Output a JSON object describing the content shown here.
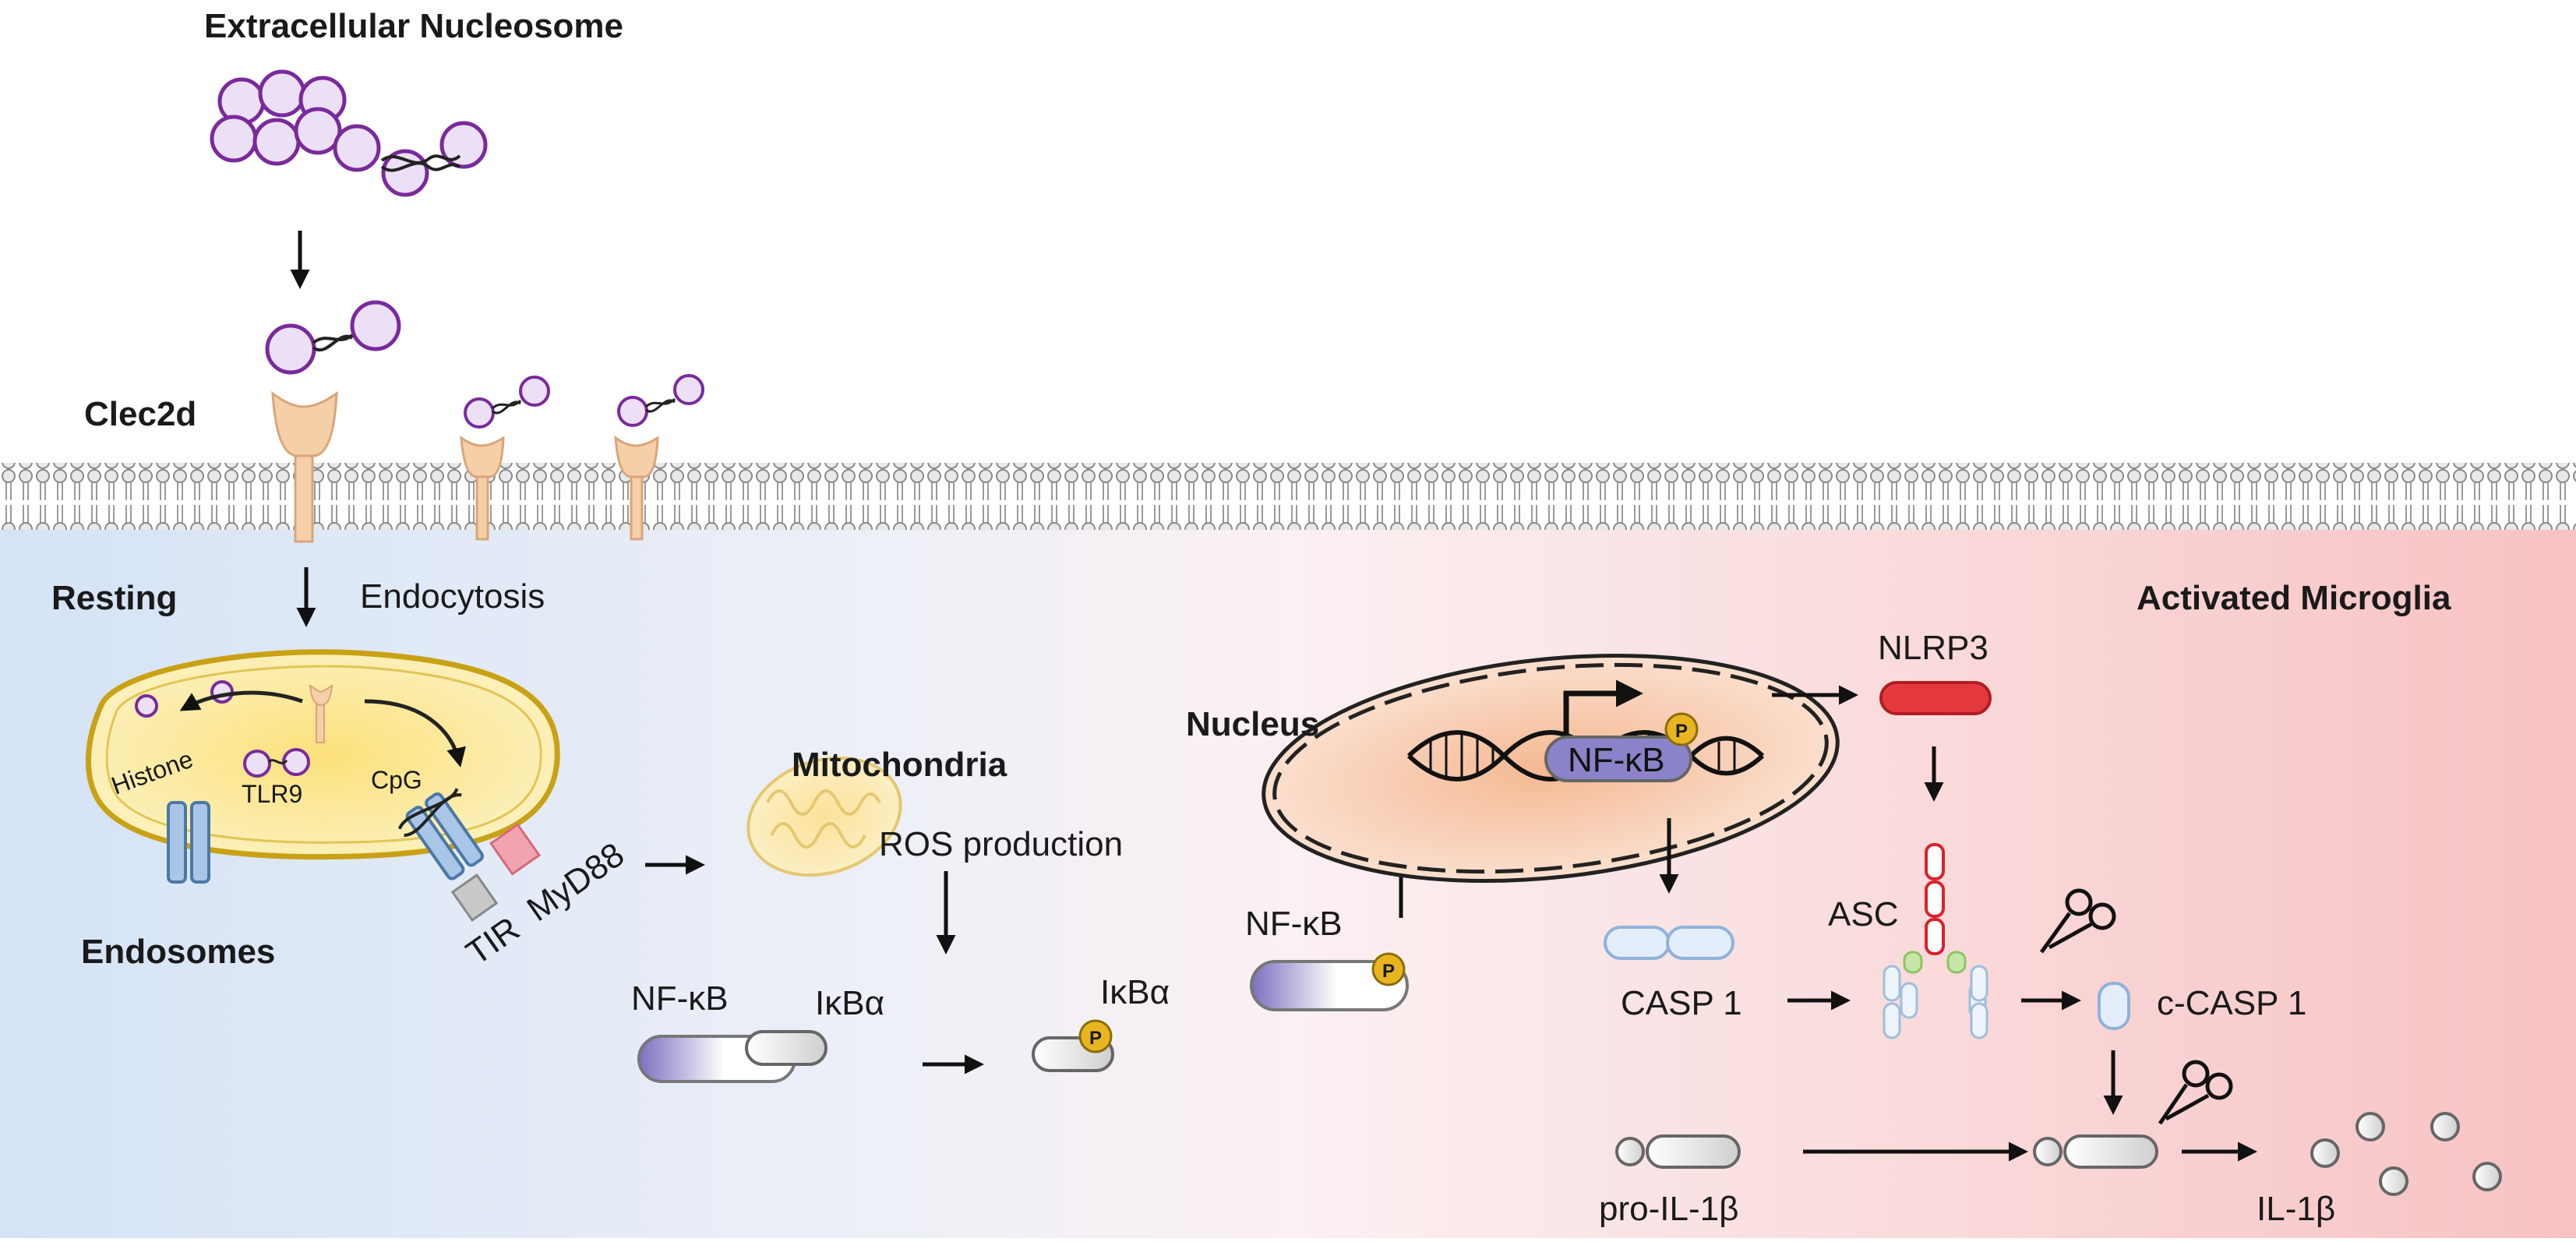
{
  "labels": {
    "extracellular_nucleosome": "Extracellular Nucleosome",
    "clec2d": "Clec2d",
    "resting": "Resting",
    "endocytosis": "Endocytosis",
    "histone": "Histone",
    "tlr9": "TLR9",
    "cpg": "CpG",
    "tir": "TIR",
    "myd88": "MyD88",
    "endosomes": "Endosomes",
    "mitochondria": "Mitochondria",
    "ros_production": "ROS production",
    "nfkb_complex": "NF-κB",
    "ikba_complex": "IκBα",
    "ikba_p": "IκBα",
    "nfkb_p": "NF-κB",
    "nucleus": "Nucleus",
    "nfkb_nucleus": "NF-κB",
    "nlrp3": "NLRP3",
    "asc": "ASC",
    "casp1": "CASP 1",
    "c_casp1": "c-CASP 1",
    "pro_il1b": "pro-IL-1β",
    "il1b": "IL-1β",
    "activated_microglia": "Activated Microglia",
    "phospho": "P"
  },
  "colors": {
    "nucleosome": "#c9a9e3",
    "nucleosome_stroke": "#7a2a9c",
    "receptor": "#f3c9a6",
    "endosome_fill": "#f9e38a",
    "endosome_stroke": "#c7a21a",
    "nucleus_fill": "#f6c2a0",
    "nlrp3": "#d8232a",
    "casp": "#bcd4f0",
    "nfkb": "#8074c0",
    "phospho": "#e0b020",
    "resting_bg": "#cfe0f5",
    "activated_bg": "#f8c7c7"
  }
}
